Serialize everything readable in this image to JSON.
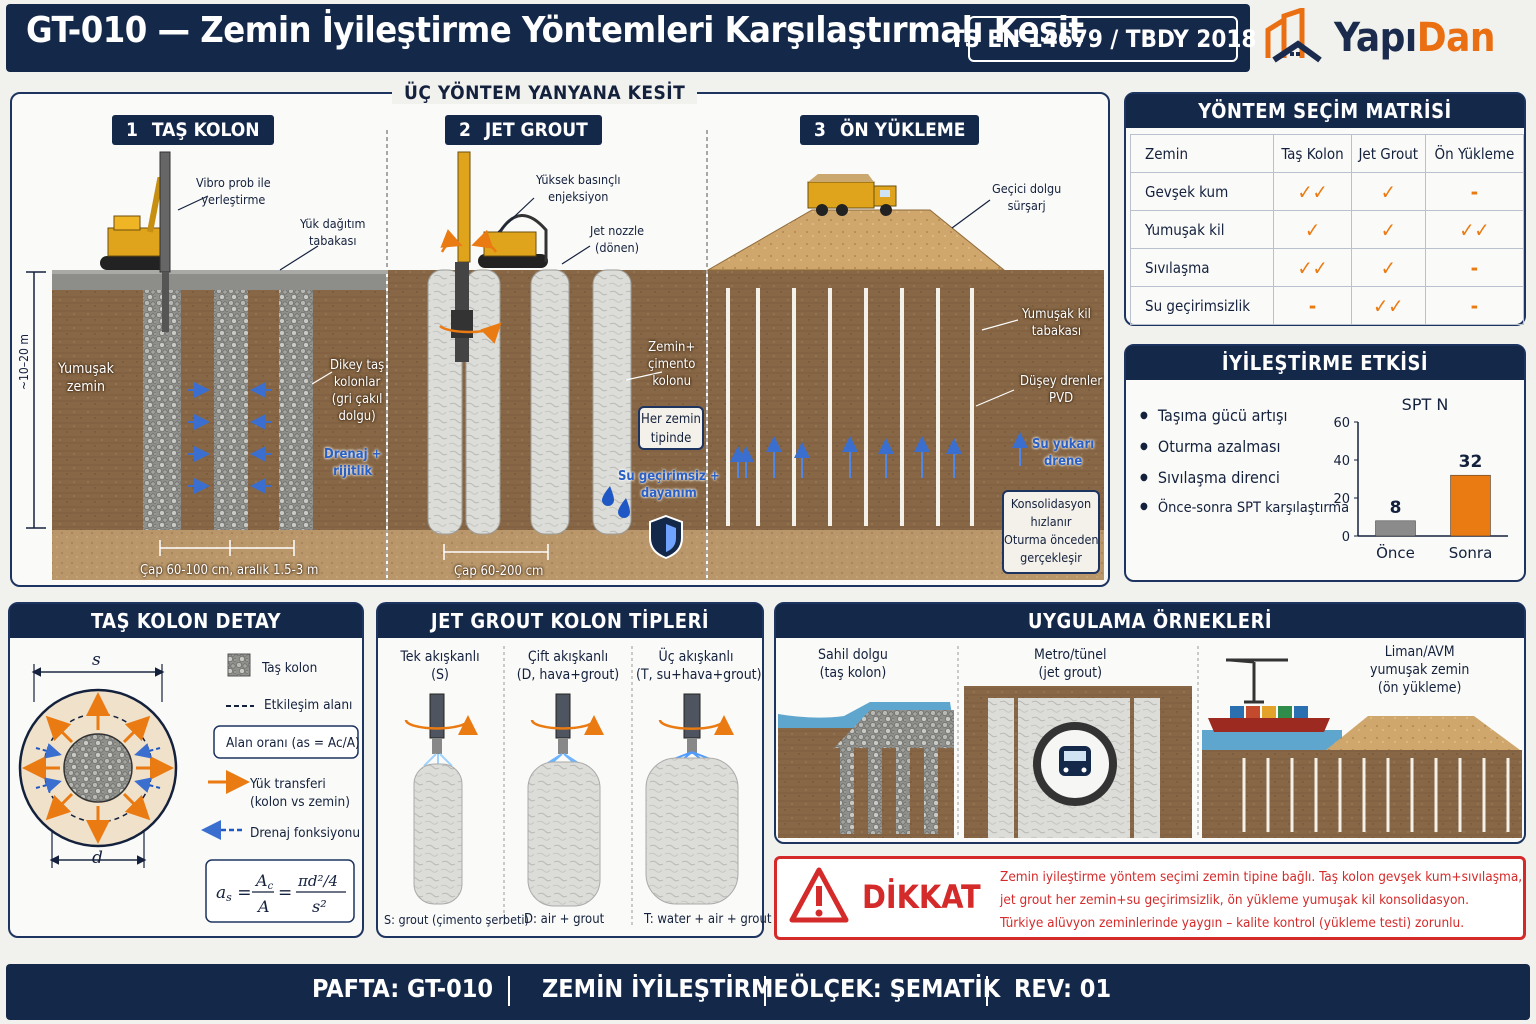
{
  "header": {
    "title": "GT-010 — Zemin İyileştirme Yöntemleri Karşılaştırmalı Kesit",
    "standard": "TS EN 14679 / TBDY 2018",
    "logo_part1": "Yapı",
    "logo_part2": "Dan"
  },
  "section": {
    "title": "ÜÇ YÖNTEM YANYANA KESİT",
    "depth_label": "~10–20 m",
    "m1": {
      "number": "1",
      "title": "TAŞ KOLON",
      "vibro": "Vibro prob ile\nyerleştirme",
      "load_layer": "Yük dağıtım\ntabakası",
      "soft_soil": "Yumuşak\nzemin",
      "columns": "Dikey taş\nkolonlar\n(gri çakıl\ndolgu)",
      "drainage": "Drenaj +\nrijitlik",
      "dimension": "Çap 60-100 cm, aralık 1.5-3 m"
    },
    "m2": {
      "number": "2",
      "title": "JET GROUT",
      "injection": "Yüksek basınçlı\nenjeksiyon",
      "nozzle": "Jet nozzle\n(dönen)",
      "column": "Zemin+\nçimento\nkolonu",
      "all_soils": "Her zemin\ntipinde",
      "impermeable": "Su geçirimsiz +\ndayanım",
      "dimension": "Çap 60-200 cm"
    },
    "m3": {
      "number": "3",
      "title": "ÖN YÜKLEME",
      "surcharge": "Geçici dolgu\nsürşarj",
      "clay": "Yumuşak kil\ntabakası",
      "drains": "Düşey drenler\nPVD",
      "water_up": "Su yukarı\ndrene",
      "note": "Konsolidasyon\nhızlanır\nOturma önceden\ngerçekleşir"
    }
  },
  "matrix": {
    "title": "YÖNTEM SEÇİM MATRİSİ",
    "headers": [
      "Zemin",
      "Taş Kolon",
      "Jet Grout",
      "Ön Yükleme"
    ],
    "rows": [
      [
        "Gevşek kum",
        "✓✓",
        "✓",
        "-"
      ],
      [
        "Yumuşak kil",
        "✓",
        "✓",
        "✓✓"
      ],
      [
        "Sıvılaşma",
        "✓✓",
        "✓",
        "-"
      ],
      [
        "Su geçirimsizlik",
        "-",
        "✓✓",
        "-"
      ]
    ]
  },
  "effect": {
    "title": "İYİLEŞTİRME ETKİSİ",
    "bullets": [
      "Taşıma gücü artışı",
      "Oturma azalması",
      "Sıvılaşma direnci",
      "Önce-sonra SPT karşılaştırma"
    ]
  },
  "chart_data": {
    "type": "bar",
    "title": "SPT N",
    "categories": [
      "Önce",
      "Sonra"
    ],
    "values": [
      8,
      32
    ],
    "ylim": [
      0,
      60
    ],
    "yticks": [
      0,
      20,
      40,
      60
    ],
    "colors": [
      "#8b8b8b",
      "#ea7a12"
    ]
  },
  "detail": {
    "title": "TAŞ KOLON DETAY",
    "s": "s",
    "d": "d",
    "legend": [
      "Taş kolon",
      "Etkileşim alanı",
      "Alan oranı (as = Ac/A)",
      "Yük transferi\n(kolon vs zemin)",
      "Drenaj fonksiyonu"
    ]
  },
  "jet": {
    "title": "JET GROUT KOLON TİPLERİ",
    "types": [
      {
        "name": "Tek akışkanlı\n(S)",
        "caption": "S: grout (çimento şerbeti)"
      },
      {
        "name": "Çift akışkanlı\n(D, hava+grout)",
        "caption": "D: air + grout"
      },
      {
        "name": "Üç akışkanlı\n(T, su+hava+grout)",
        "caption": "T: water + air + grout"
      }
    ]
  },
  "examples": {
    "title": "UYGULAMA ÖRNEKLERİ",
    "items": [
      "Sahil dolgu\n(taş kolon)",
      "Metro/tünel\n(jet grout)",
      "Liman/AVM\nyumuşak zemin\n(ön yükleme)"
    ]
  },
  "warning": {
    "title": "DİKKAT",
    "lines": [
      "Zemin iyileştirme yöntem seçimi zemin tipine bağlı.  Taş kolon gevşek kum+sıvılaşma,",
      "jet grout her zemin+su geçirimsizlik, ön yükleme yumuşak kil konsolidasyon.",
      "Türkiye alüvyon zeminlerinde yaygın – kalite kontrol (yükleme testi) zorunlu."
    ]
  },
  "footer": {
    "sheet": "PAFTA:  GT-010",
    "topic": "ZEMİN İYİLEŞTİRME",
    "scale": "ÖLÇEK: ŞEMATİK",
    "rev": "REV:  01"
  },
  "colors": {
    "navy": "#14284a",
    "orange": "#ea7a12",
    "soil": "#8a6a44",
    "warning": "#d42a2a"
  }
}
